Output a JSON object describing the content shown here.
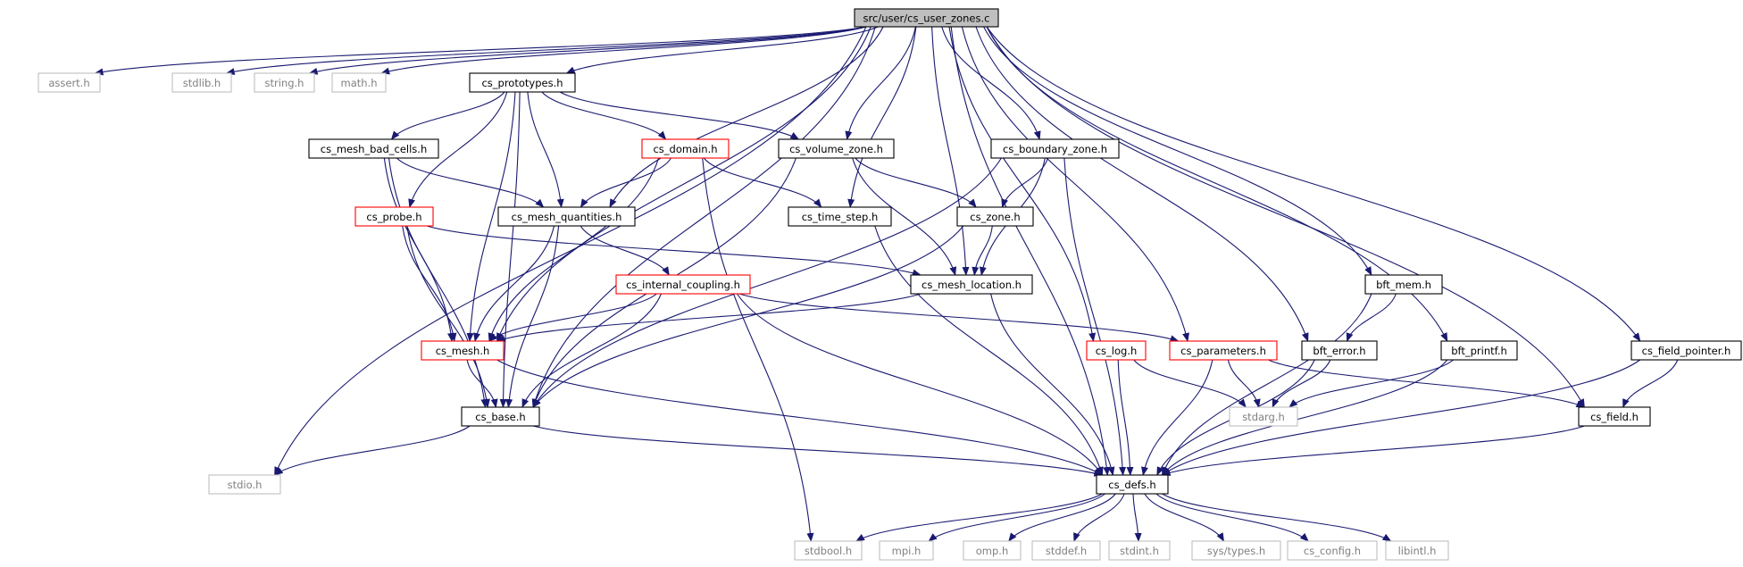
{
  "colors": {
    "edge": "#191970",
    "root_fill": "#bfbfbf",
    "normal_border": "#000000",
    "truncated_border": "#ff0000",
    "external_border": "#bfbfbf",
    "external_text": "#808080"
  },
  "nodes": [
    {
      "id": "root",
      "label": "src/user/cs_user_zones.c",
      "kind": "root"
    },
    {
      "id": "assert",
      "label": "assert.h",
      "kind": "external"
    },
    {
      "id": "stdlib",
      "label": "stdlib.h",
      "kind": "external"
    },
    {
      "id": "string",
      "label": "string.h",
      "kind": "external"
    },
    {
      "id": "math",
      "label": "math.h",
      "kind": "external"
    },
    {
      "id": "cs_prototypes",
      "label": "cs_prototypes.h",
      "kind": "normal"
    },
    {
      "id": "cs_mesh_bad_cells",
      "label": "cs_mesh_bad_cells.h",
      "kind": "normal"
    },
    {
      "id": "cs_domain",
      "label": "cs_domain.h",
      "kind": "truncated"
    },
    {
      "id": "cs_volume_zone",
      "label": "cs_volume_zone.h",
      "kind": "normal"
    },
    {
      "id": "cs_boundary_zone",
      "label": "cs_boundary_zone.h",
      "kind": "normal"
    },
    {
      "id": "cs_probe",
      "label": "cs_probe.h",
      "kind": "truncated"
    },
    {
      "id": "cs_mesh_quantities",
      "label": "cs_mesh_quantities.h",
      "kind": "normal"
    },
    {
      "id": "cs_time_step",
      "label": "cs_time_step.h",
      "kind": "normal"
    },
    {
      "id": "cs_zone",
      "label": "cs_zone.h",
      "kind": "normal"
    },
    {
      "id": "cs_internal_coupling",
      "label": "cs_internal_coupling.h",
      "kind": "truncated"
    },
    {
      "id": "cs_mesh_location",
      "label": "cs_mesh_location.h",
      "kind": "normal"
    },
    {
      "id": "bft_mem",
      "label": "bft_mem.h",
      "kind": "normal"
    },
    {
      "id": "cs_mesh",
      "label": "cs_mesh.h",
      "kind": "truncated"
    },
    {
      "id": "cs_log",
      "label": "cs_log.h",
      "kind": "truncated"
    },
    {
      "id": "cs_parameters",
      "label": "cs_parameters.h",
      "kind": "truncated"
    },
    {
      "id": "bft_error",
      "label": "bft_error.h",
      "kind": "normal"
    },
    {
      "id": "bft_printf",
      "label": "bft_printf.h",
      "kind": "normal"
    },
    {
      "id": "cs_field_pointer",
      "label": "cs_field_pointer.h",
      "kind": "normal"
    },
    {
      "id": "cs_base",
      "label": "cs_base.h",
      "kind": "normal"
    },
    {
      "id": "stdarg",
      "label": "stdarg.h",
      "kind": "external"
    },
    {
      "id": "cs_field",
      "label": "cs_field.h",
      "kind": "normal"
    },
    {
      "id": "stdio",
      "label": "stdio.h",
      "kind": "external"
    },
    {
      "id": "cs_defs",
      "label": "cs_defs.h",
      "kind": "normal"
    },
    {
      "id": "stdbool",
      "label": "stdbool.h",
      "kind": "external"
    },
    {
      "id": "mpi",
      "label": "mpi.h",
      "kind": "external"
    },
    {
      "id": "omp",
      "label": "omp.h",
      "kind": "external"
    },
    {
      "id": "stddef",
      "label": "stddef.h",
      "kind": "external"
    },
    {
      "id": "stdint",
      "label": "stdint.h",
      "kind": "external"
    },
    {
      "id": "sys_types",
      "label": "sys/types.h",
      "kind": "external"
    },
    {
      "id": "cs_config",
      "label": "cs_config.h",
      "kind": "external"
    },
    {
      "id": "libintl",
      "label": "libintl.h",
      "kind": "external"
    }
  ],
  "edges": [
    [
      "root",
      "assert"
    ],
    [
      "root",
      "stdlib"
    ],
    [
      "root",
      "string"
    ],
    [
      "root",
      "math"
    ],
    [
      "root",
      "cs_prototypes"
    ],
    [
      "root",
      "cs_base"
    ],
    [
      "root",
      "stdio"
    ],
    [
      "root",
      "cs_mesh"
    ],
    [
      "root",
      "cs_mesh_quantities"
    ],
    [
      "root",
      "cs_volume_zone"
    ],
    [
      "root",
      "cs_time_step"
    ],
    [
      "root",
      "cs_boundary_zone"
    ],
    [
      "root",
      "cs_mesh_location"
    ],
    [
      "root",
      "cs_log"
    ],
    [
      "root",
      "cs_parameters"
    ],
    [
      "root",
      "bft_error"
    ],
    [
      "root",
      "bft_mem"
    ],
    [
      "root",
      "bft_printf"
    ],
    [
      "root",
      "cs_defs"
    ],
    [
      "root",
      "cs_field"
    ],
    [
      "root",
      "cs_field_pointer"
    ],
    [
      "cs_prototypes",
      "cs_base"
    ],
    [
      "cs_prototypes",
      "cs_mesh_bad_cells"
    ],
    [
      "cs_prototypes",
      "cs_domain"
    ],
    [
      "cs_prototypes",
      "cs_volume_zone"
    ],
    [
      "cs_prototypes",
      "cs_probe"
    ],
    [
      "cs_prototypes",
      "cs_mesh_quantities"
    ],
    [
      "cs_prototypes",
      "cs_mesh"
    ],
    [
      "cs_mesh_bad_cells",
      "cs_mesh_quantities"
    ],
    [
      "cs_mesh_bad_cells",
      "cs_mesh"
    ],
    [
      "cs_mesh_bad_cells",
      "cs_base"
    ],
    [
      "cs_domain",
      "cs_mesh_quantities"
    ],
    [
      "cs_domain",
      "cs_time_step"
    ],
    [
      "cs_domain",
      "cs_mesh"
    ],
    [
      "cs_domain",
      "stdbool"
    ],
    [
      "cs_volume_zone",
      "cs_zone"
    ],
    [
      "cs_volume_zone",
      "cs_mesh_location"
    ],
    [
      "cs_volume_zone",
      "cs_base"
    ],
    [
      "cs_boundary_zone",
      "cs_zone"
    ],
    [
      "cs_boundary_zone",
      "cs_mesh_location"
    ],
    [
      "cs_boundary_zone",
      "cs_base"
    ],
    [
      "cs_boundary_zone",
      "cs_defs"
    ],
    [
      "cs_probe",
      "cs_mesh_location"
    ],
    [
      "cs_probe",
      "cs_mesh"
    ],
    [
      "cs_probe",
      "cs_base"
    ],
    [
      "cs_mesh_quantities",
      "cs_internal_coupling"
    ],
    [
      "cs_mesh_quantities",
      "cs_mesh"
    ],
    [
      "cs_mesh_quantities",
      "cs_base"
    ],
    [
      "cs_time_step",
      "cs_defs"
    ],
    [
      "cs_zone",
      "cs_mesh_location"
    ],
    [
      "cs_zone",
      "cs_base"
    ],
    [
      "cs_internal_coupling",
      "cs_mesh"
    ],
    [
      "cs_internal_coupling",
      "cs_parameters"
    ],
    [
      "cs_internal_coupling",
      "cs_base"
    ],
    [
      "cs_internal_coupling",
      "cs_defs"
    ],
    [
      "cs_mesh_location",
      "cs_mesh"
    ],
    [
      "cs_mesh_location",
      "cs_defs"
    ],
    [
      "bft_mem",
      "bft_error"
    ],
    [
      "bft_mem",
      "cs_defs"
    ],
    [
      "cs_mesh",
      "cs_base"
    ],
    [
      "cs_mesh",
      "cs_defs"
    ],
    [
      "cs_log",
      "stdarg"
    ],
    [
      "cs_log",
      "cs_defs"
    ],
    [
      "cs_parameters",
      "stdarg"
    ],
    [
      "cs_parameters",
      "cs_defs"
    ],
    [
      "cs_parameters",
      "cs_field"
    ],
    [
      "bft_error",
      "stdarg"
    ],
    [
      "bft_error",
      "cs_defs"
    ],
    [
      "bft_printf",
      "stdarg"
    ],
    [
      "bft_printf",
      "cs_defs"
    ],
    [
      "cs_field_pointer",
      "cs_field"
    ],
    [
      "cs_field_pointer",
      "cs_defs"
    ],
    [
      "cs_base",
      "stdio"
    ],
    [
      "cs_base",
      "cs_defs"
    ],
    [
      "cs_field",
      "cs_defs"
    ],
    [
      "cs_defs",
      "stdbool"
    ],
    [
      "cs_defs",
      "mpi"
    ],
    [
      "cs_defs",
      "omp"
    ],
    [
      "cs_defs",
      "stddef"
    ],
    [
      "cs_defs",
      "stdint"
    ],
    [
      "cs_defs",
      "sys_types"
    ],
    [
      "cs_defs",
      "cs_config"
    ],
    [
      "cs_defs",
      "libintl"
    ]
  ]
}
